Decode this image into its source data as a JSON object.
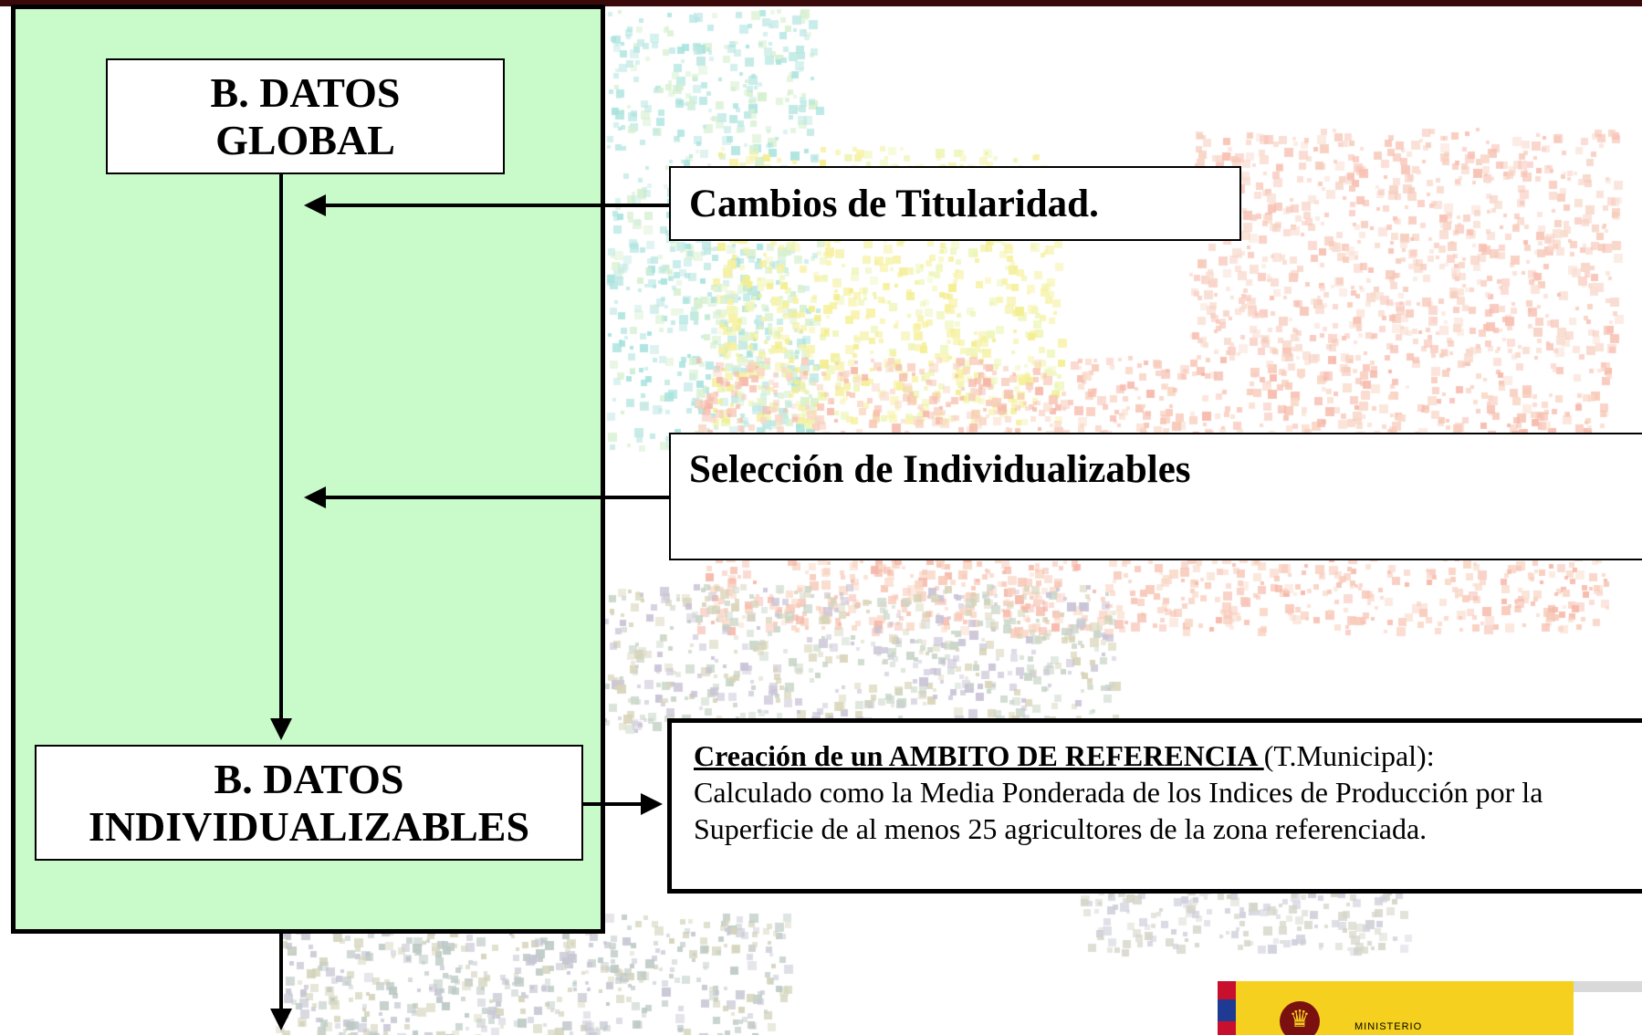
{
  "colors": {
    "panel": "#c9fac9",
    "top_bar": "#3a0a0a",
    "border": "#000000",
    "logo_yellow": "#f5d01e",
    "logo_red": "#c8102e"
  },
  "boxes": {
    "global": {
      "line1": "B. DATOS",
      "line2": "GLOBAL"
    },
    "individualizables": {
      "line1": "B. DATOS",
      "line2": "INDIVIDUALIZABLES"
    },
    "cambios": "Cambios de Titularidad.",
    "seleccion": "Selección de Individualizables",
    "creacion": {
      "title": "Creación de un AMBITO DE REFERENCIA ",
      "title_suffix": "(T.Municipal):",
      "body": "Calculado como la Media Ponderada de los Indices de Producción por la Superficie de al menos 25 agricultores de la zona referenciada."
    }
  },
  "logo": {
    "icon": "royal-crest-icon",
    "text": "MINISTERIO"
  }
}
